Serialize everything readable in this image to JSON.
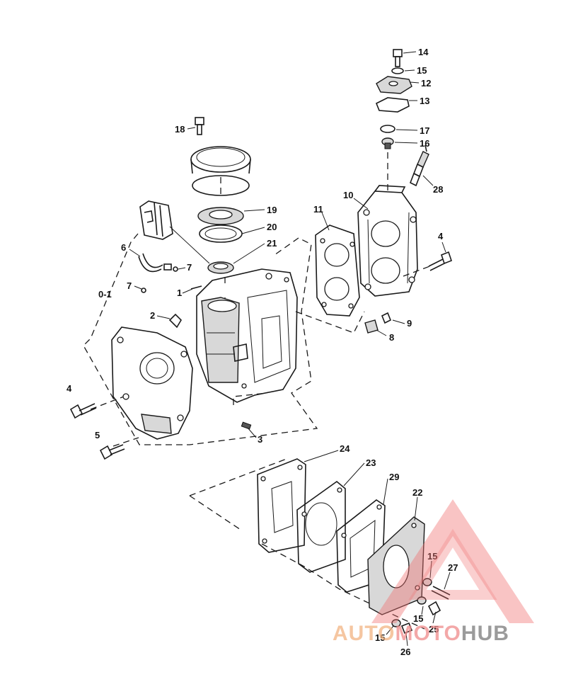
{
  "callouts": {
    "c14": "14",
    "c15a": "15",
    "c12": "12",
    "c13": "13",
    "c17": "17",
    "c16": "16",
    "c28": "28",
    "c18": "18",
    "c19": "19",
    "c20": "20",
    "c21": "21",
    "c10": "10",
    "c11": "11",
    "c4a": "4",
    "c6": "6",
    "c7a": "7",
    "c7b": "7",
    "c01": "0-1",
    "c1": "1",
    "c2": "2",
    "c9": "9",
    "c8": "8",
    "c4b": "4",
    "c5": "5",
    "c3": "3",
    "c24": "24",
    "c23": "23",
    "c29": "29",
    "c22": "22",
    "c15b": "15",
    "c27": "27",
    "c15c": "15",
    "c25": "25",
    "c15d": "15",
    "c26": "26"
  },
  "watermark": {
    "part1": "AUTO",
    "part2": "MOTO",
    "part3": "HUB",
    "colors": {
      "triangle": "#f07070",
      "auto": "#f2b482",
      "moto": "#f08c8c",
      "hub": "#7a7a7a"
    }
  }
}
